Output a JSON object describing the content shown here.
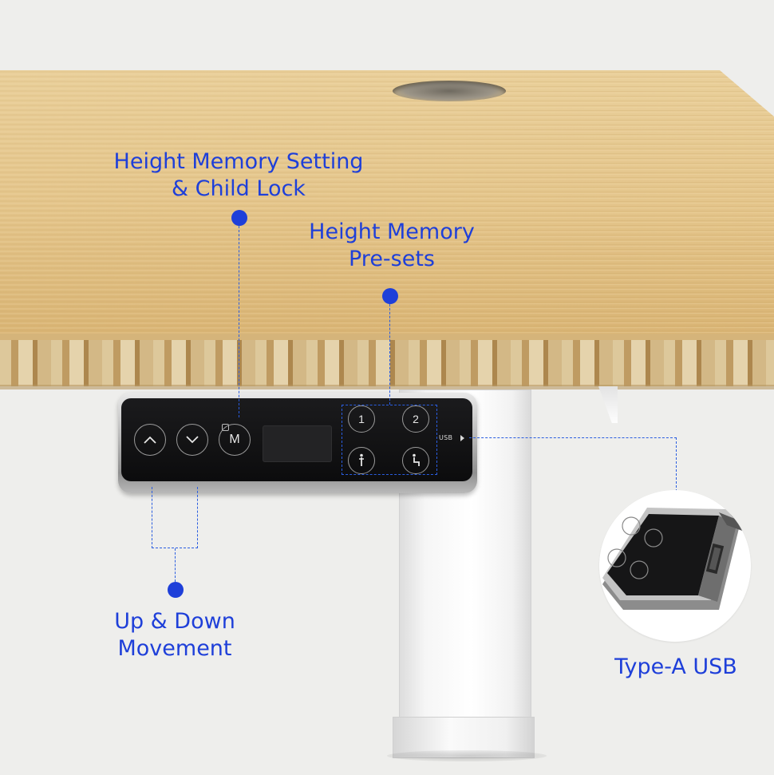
{
  "annotations": {
    "memory_setting": {
      "line1": "Height Memory Setting",
      "line2": "& Child Lock"
    },
    "memory_presets": {
      "line1": "Height Memory",
      "line2": "Pre-sets"
    },
    "up_down": {
      "line1": "Up & Down",
      "line2": "Movement"
    },
    "usb": {
      "label": "Type-A USB"
    }
  },
  "control_panel": {
    "memory_button_label": "M",
    "preset_1_label": "1",
    "preset_2_label": "2",
    "usb_port_label": "USB"
  },
  "colors": {
    "annotation_blue": "#1e3fd9",
    "bamboo": "#e2c48a",
    "panel_black": "#141415"
  },
  "icons": [
    "chevron-up-icon",
    "chevron-down-icon",
    "lock-icon",
    "standing-person-icon",
    "sitting-person-icon"
  ]
}
